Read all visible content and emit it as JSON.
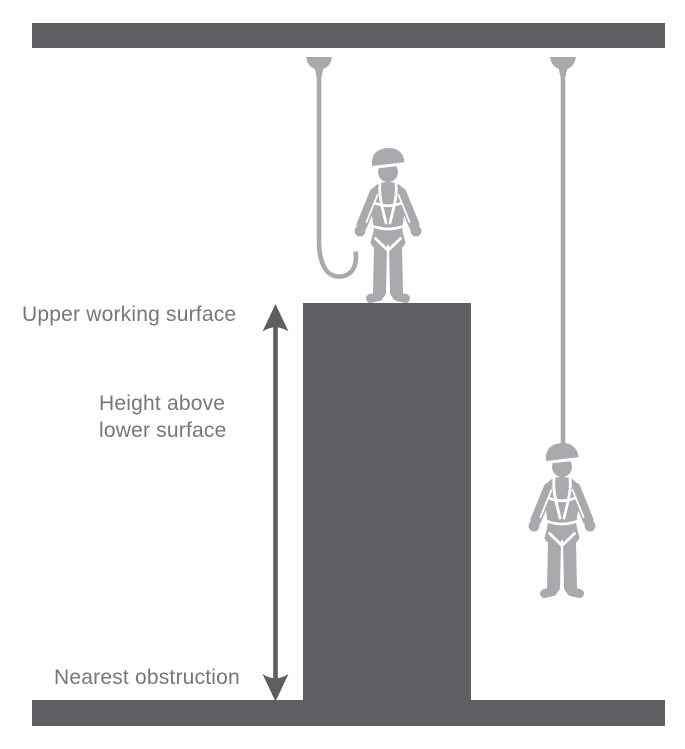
{
  "figure": {
    "labels": {
      "upper_surface": "Upper working surface",
      "height_line1": "Height above",
      "height_line2": "lower surface",
      "nearest_obstruction": "Nearest obstruction"
    },
    "colors": {
      "structure": "#5e5f62",
      "equipment": "#a8aaad",
      "label_text": "#76777a",
      "background": "#ffffff"
    },
    "icons": {
      "ceiling_beam": "overhead-beam",
      "floor": "ground-surface",
      "column": "elevated-platform",
      "anchor": "overhead-anchor-point",
      "lanyard": "self-retracting-lanyard",
      "lifeline": "vertical-lifeline",
      "worker_standing": "worker-in-harness-standing",
      "worker_suspended": "worker-in-harness-suspended",
      "arrow": "height-measurement-arrow"
    }
  }
}
